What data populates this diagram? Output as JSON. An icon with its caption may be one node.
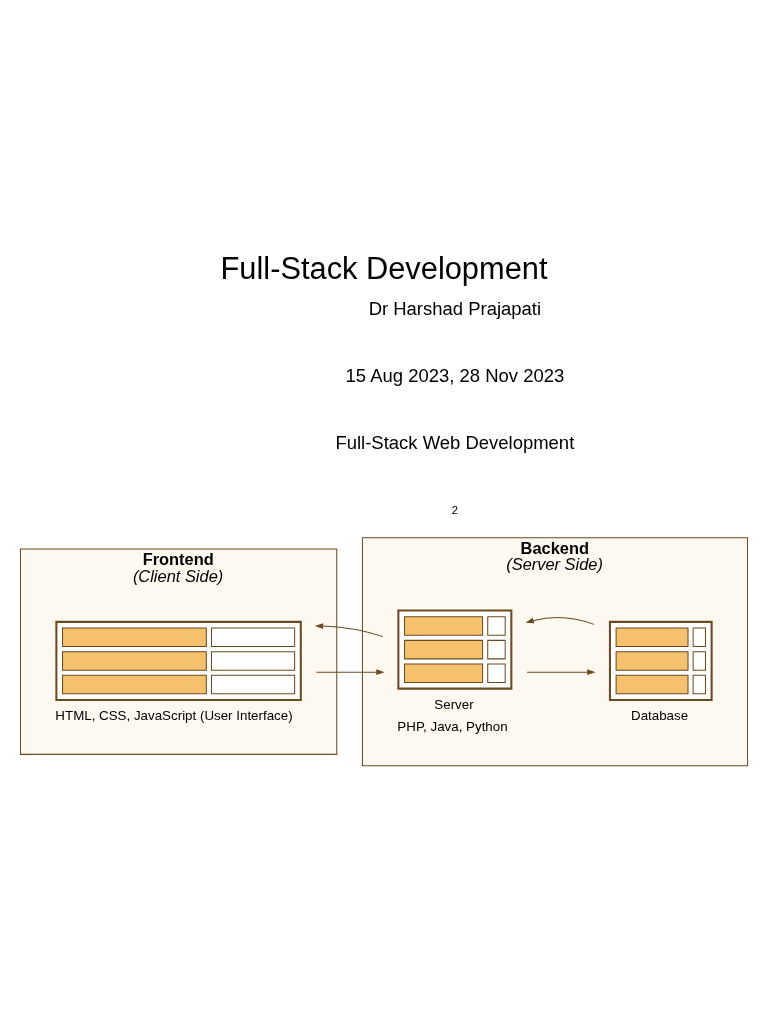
{
  "diagram": {
    "title": "Full-Stack Development",
    "nodes": [
      {
        "text": [
          "Frontend",
          "(Client Side)"
        ]
      },
      {
        "text": [
          "Backend",
          "(Server Side)"
        ]
      },
      {
        "text": [],
        "shape": "picture",
        "in": 0,
        "beside": [
          "HTML, CSS, JavaScript (User Interface)"
        ]
      },
      {
        "text": [],
        "shape": "picture",
        "in": 1,
        "beside": [
          "Server",
          "PHP, Java, Python"
        ]
      },
      {
        "text": [],
        "shape": "picture",
        "in": 1,
        "beside": [
          "Database"
        ]
      }
    ],
    "edges": [
      {
        "from": 2,
        "to": 3,
        "arrow": "to"
      },
      {
        "from": 3,
        "to": 2,
        "arrow": "to"
      },
      {
        "from": 3,
        "to": 4,
        "arrow": "to"
      },
      {
        "from": 4,
        "to": 3,
        "arrow": "to"
      }
    ],
    "labels": [
      "Dr Harshad Prajapati",
      "15 Aug 2023, 28 Nov 2023",
      "Full-Stack Web Development",
      "2"
    ]
  }
}
